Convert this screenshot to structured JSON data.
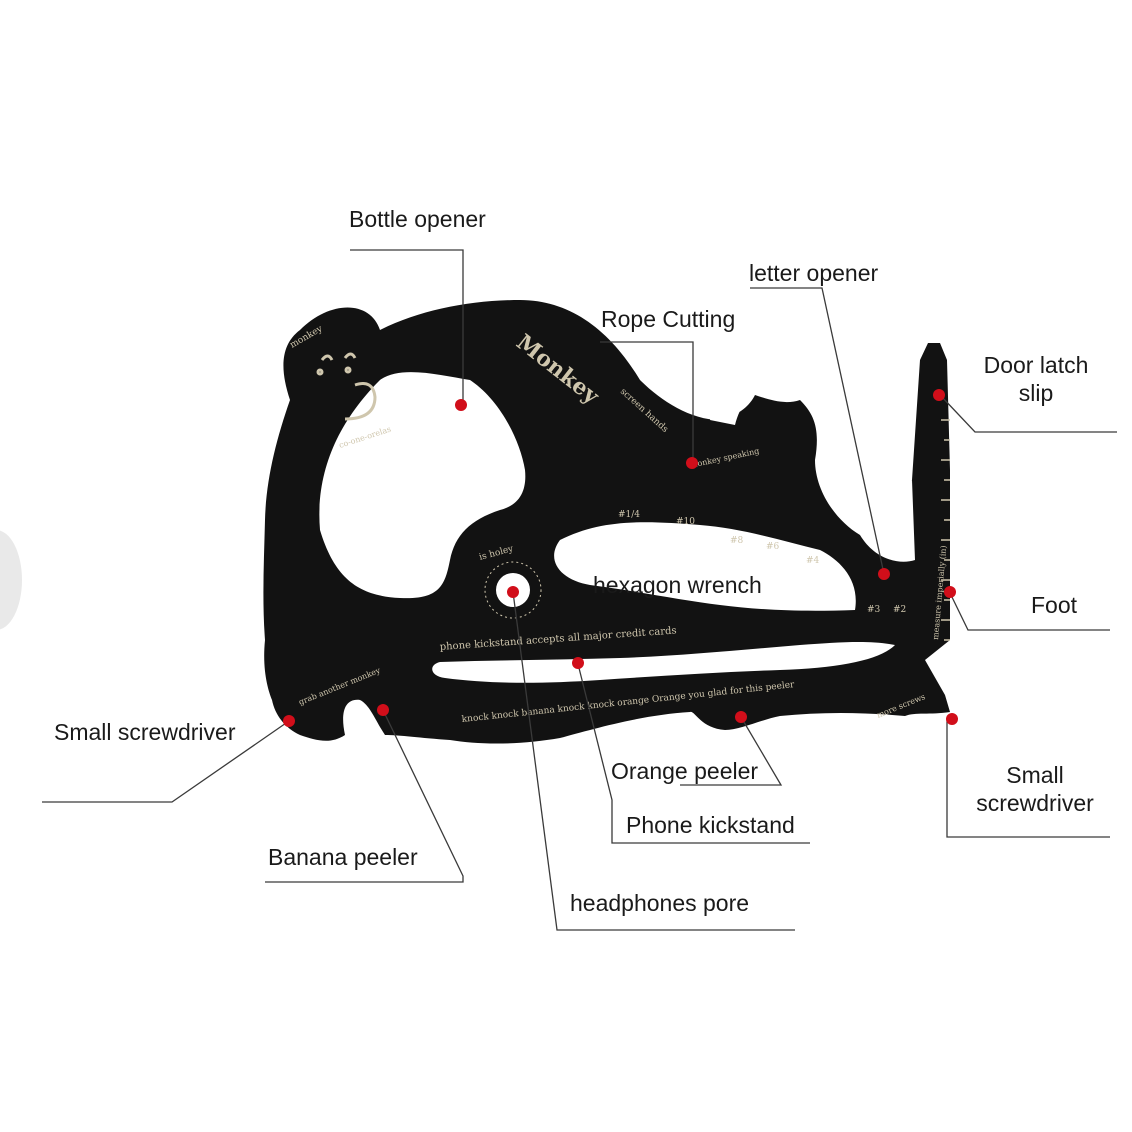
{
  "labels": {
    "bottle_opener": "Bottle opener",
    "letter_opener": "letter opener",
    "rope_cutting": "Rope Cutting",
    "door_latch_slip": "Door latch\nslip",
    "hexagon_wrench": "hexagon wrench",
    "foot": "Foot",
    "small_screwdriver_left": "Small screwdriver",
    "orange_peeler": "Orange peeler",
    "small_screwdriver_right": "Small\nscrewdriver",
    "phone_kickstand": "Phone kickstand",
    "banana_peeler": "Banana peeler",
    "headphones_pore": "headphones pore"
  },
  "engraving": {
    "brand": "Monkey",
    "head_top": "monkey",
    "head_bottom": "co-one-orelas",
    "rope_arc": "screen hands",
    "rope_arc_2": "Monkey speaking",
    "hex_1": "#1/4",
    "hex_2": "#10",
    "hex_3": "#8",
    "hex_4": "#6",
    "hex_5": "#4",
    "hex_6": "#3",
    "hex_7": "#2",
    "hole_text": "is holey",
    "ruler_text": "measure imperially (in)",
    "kickstand_text": "phone kickstand accepts all major credit cards",
    "bottom_text": "knock knock banana knock knock orange Orange you glad for this peeler",
    "left_text": "grab another monkey",
    "foot_text": "more screws"
  },
  "colors": {
    "tool": "#121212",
    "dot": "#d10e1a",
    "leader": "#3a3a3a",
    "engrave": "#cfc6ad"
  }
}
